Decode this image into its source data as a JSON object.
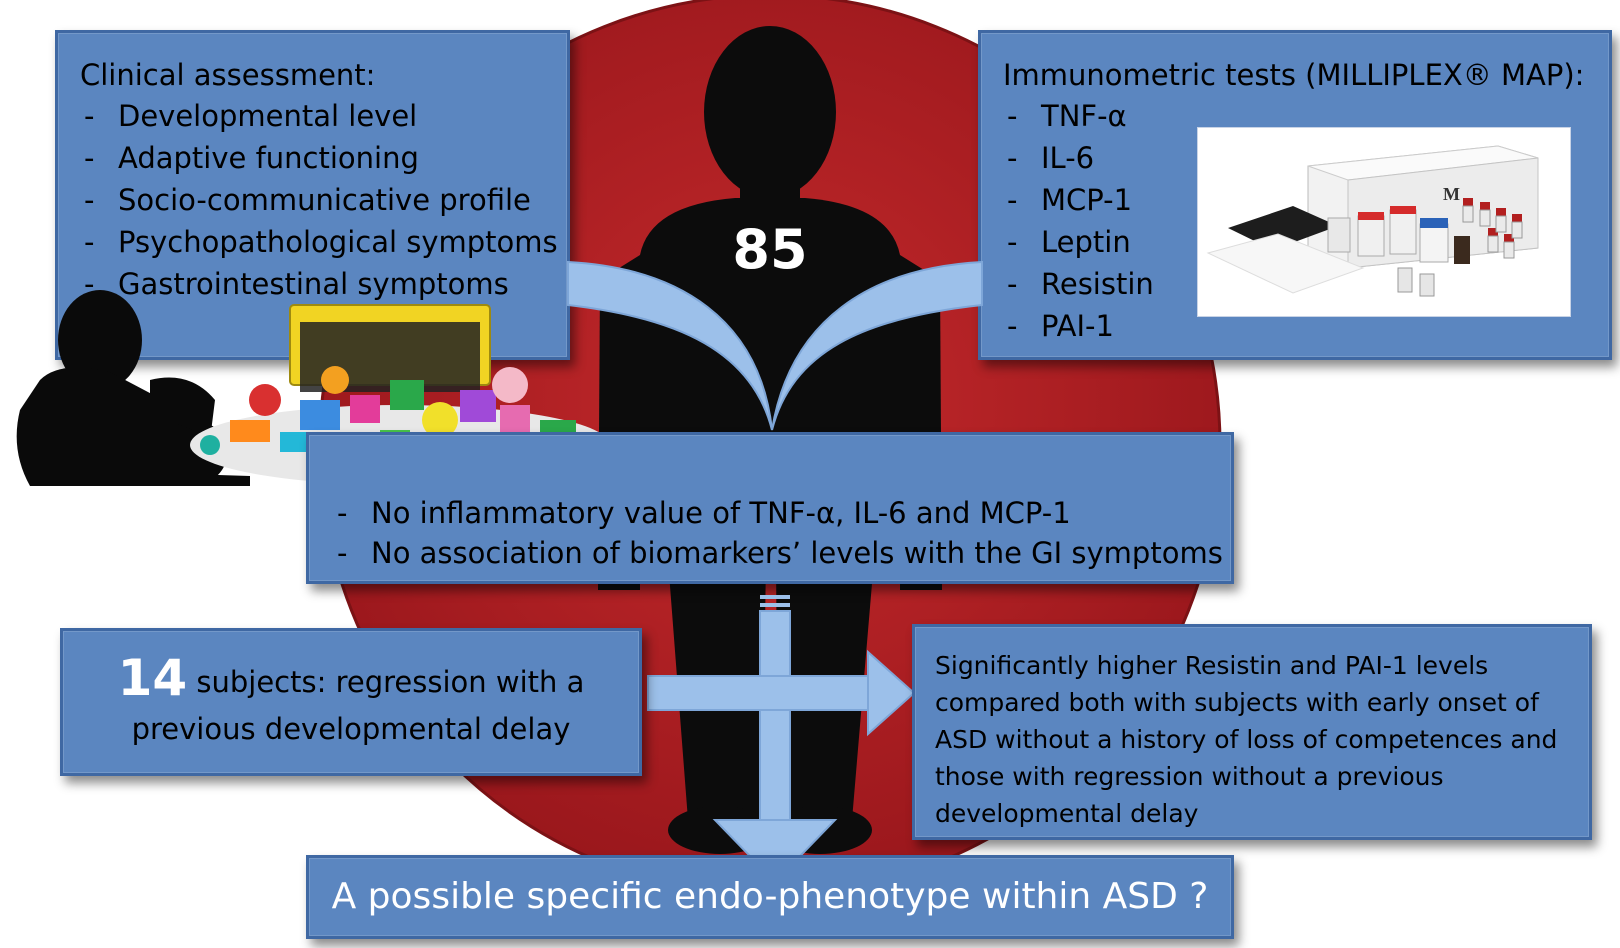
{
  "center_count": "85",
  "clinical": {
    "title": "Clinical assessment:",
    "items": [
      "Developmental level",
      "Adaptive functioning",
      "Socio-communicative profile",
      "Psychopathological symptoms",
      "Gastrointestinal symptoms"
    ]
  },
  "immuno": {
    "title": "Immunometric tests (MILLIPLEX® MAP):",
    "items": [
      "TNF-α",
      "IL-6",
      "MCP-1",
      "Leptin",
      "Resistin",
      "PAI-1"
    ],
    "kit_logo_letter": "M"
  },
  "findings": {
    "items": [
      "No inflammatory value of TNF-α, IL-6 and MCP-1",
      "No association of biomarkers’ levels with the GI symptoms"
    ]
  },
  "subgroup": {
    "count": "14",
    "text_line1": " subjects: regression with a",
    "text_line2": "previous developmental delay"
  },
  "result": {
    "lines": [
      "Significantly higher Resistin and PAI-1 levels",
      "compared  both with subjects with early onset of",
      "ASD without a history of loss of competences and",
      "those with regression without a previous",
      "developmental delay"
    ]
  },
  "conclusion": "A possible specific endo-phenotype within ASD ?",
  "colors": {
    "box_fill": "#5b86c0",
    "box_border": "#3f68a3",
    "circle_red": "#b01e24",
    "silhouette": "#0c0c0c",
    "arrow": "#9cc0ea"
  }
}
